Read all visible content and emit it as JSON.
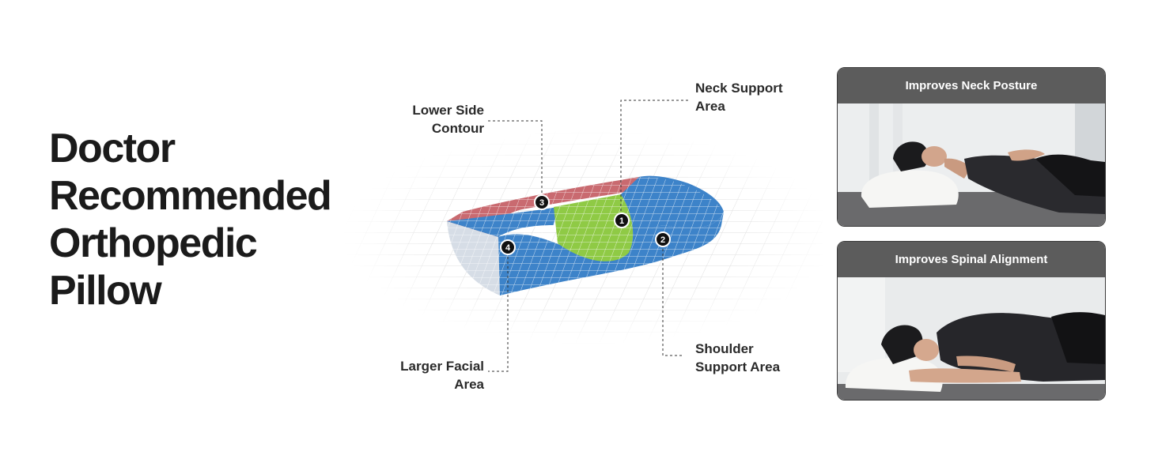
{
  "headline": [
    "Doctor",
    "Recommended",
    "Orthopedic",
    "Pillow"
  ],
  "markers": [
    "1",
    "2",
    "3",
    "4"
  ],
  "callouts": {
    "neck_support": [
      "Neck Support",
      "Area"
    ],
    "lower_side": [
      "Lower Side",
      "Contour"
    ],
    "larger_facial": [
      "Larger Facial",
      "Area"
    ],
    "shoulder_support": [
      "Shoulder",
      "Support Area"
    ]
  },
  "zone_colors": {
    "lower_side_contour": "#c96a70",
    "neck_support": "#8fca45",
    "pillow_body": "#3d83c9",
    "pillow_end": "#d6dde6"
  },
  "cards": [
    {
      "title": "Improves Neck Posture",
      "image": "woman-sleeping-on-back-photo"
    },
    {
      "title": "Improves Spinal Alignment",
      "image": "woman-sleeping-on-side-photo"
    }
  ]
}
